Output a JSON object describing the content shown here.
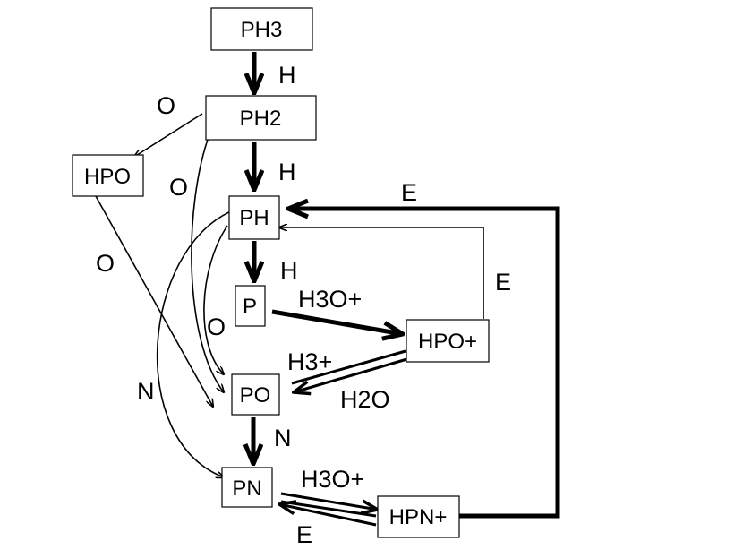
{
  "nodes": {
    "ph3": "PH3",
    "ph2": "PH2",
    "hpo": "HPO",
    "ph": "PH",
    "p": "P",
    "hpo_plus": "HPO+",
    "po": "PO",
    "pn": "PN",
    "hpn_plus": "HPN+"
  },
  "labels": {
    "ph3_ph2": "H",
    "ph2_hpo": "O",
    "ph2_po": "O",
    "ph2_ph": "H",
    "hpo_po": "O",
    "ph_p": "H",
    "ph_po": "O",
    "ph_pn": "N",
    "p_hpo_plus": "H3O+",
    "hpo_plus_ph": "E",
    "hpn_plus_ph": "E",
    "hpo_plus_po": "H3+",
    "po_hpo_plus": "H2O",
    "po_pn": "N",
    "pn_hpn_plus": "H3O+",
    "hpn_plus_pn": "E"
  }
}
